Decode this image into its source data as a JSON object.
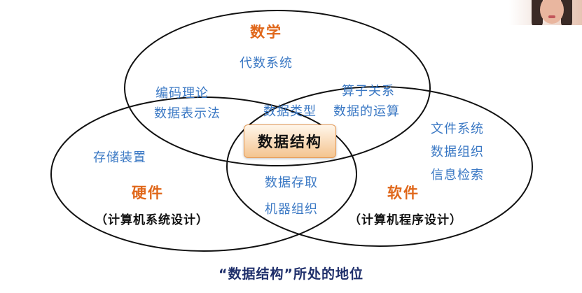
{
  "math": {
    "title": "数学",
    "items": [
      "代数系统"
    ]
  },
  "math_hardware": [
    "编码理论",
    "数据表示法"
  ],
  "math_software": [
    "算子关系",
    "数据的运算"
  ],
  "data_types": "数据类型",
  "center": "数据结构",
  "hardware": {
    "title": "硬件",
    "subtitle": "（计算机系统设计）",
    "items": [
      "存储装置"
    ]
  },
  "hardware_software": [
    "数据存取",
    "机器组织"
  ],
  "software": {
    "title": "软件",
    "subtitle": "（计算机程序设计）",
    "items": [
      "文件系统",
      "数据组织",
      "信息检索"
    ]
  },
  "caption": "“数据结构”所处的地位",
  "colors": {
    "blue_text": "#3a78c4",
    "orange_text": "#e0671a",
    "center_box": "#f4c48f",
    "caption": "#1f2f6b"
  }
}
